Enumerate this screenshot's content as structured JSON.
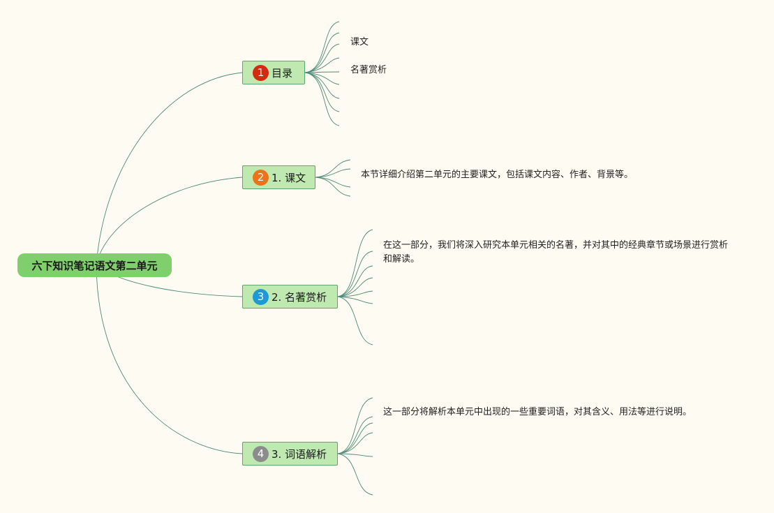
{
  "root": {
    "label": "六下知识笔记语文第二单元"
  },
  "branches": [
    {
      "number": "1",
      "label": "目录",
      "badge_color": "#d42a12",
      "leaves": [
        "课文",
        "名著赏析"
      ]
    },
    {
      "number": "2",
      "label": "1. 课文",
      "badge_color": "#ea7417",
      "leaves": [
        "本节详细介绍第二单元的主要课文，包括课文内容、作者、背景等。"
      ]
    },
    {
      "number": "3",
      "label": "2. 名著赏析",
      "badge_color": "#1c9ad6",
      "leaves": [
        "在这一部分，我们将深入研究本单元相关的名著，并对其中的经典章节或场景进行赏析和解读。"
      ]
    },
    {
      "number": "4",
      "label": "3. 词语解析",
      "badge_color": "#8c8c8c",
      "leaves": [
        "这一部分将解析本单元中出现的一些重要词语，对其含义、用法等进行说明。"
      ]
    }
  ],
  "colors": {
    "background": "#fdfbf2",
    "root_fill": "#7fcf6c",
    "branch_fill": "#bfe9b1",
    "branch_border": "#5da66f",
    "connector": "#4f8a78"
  }
}
